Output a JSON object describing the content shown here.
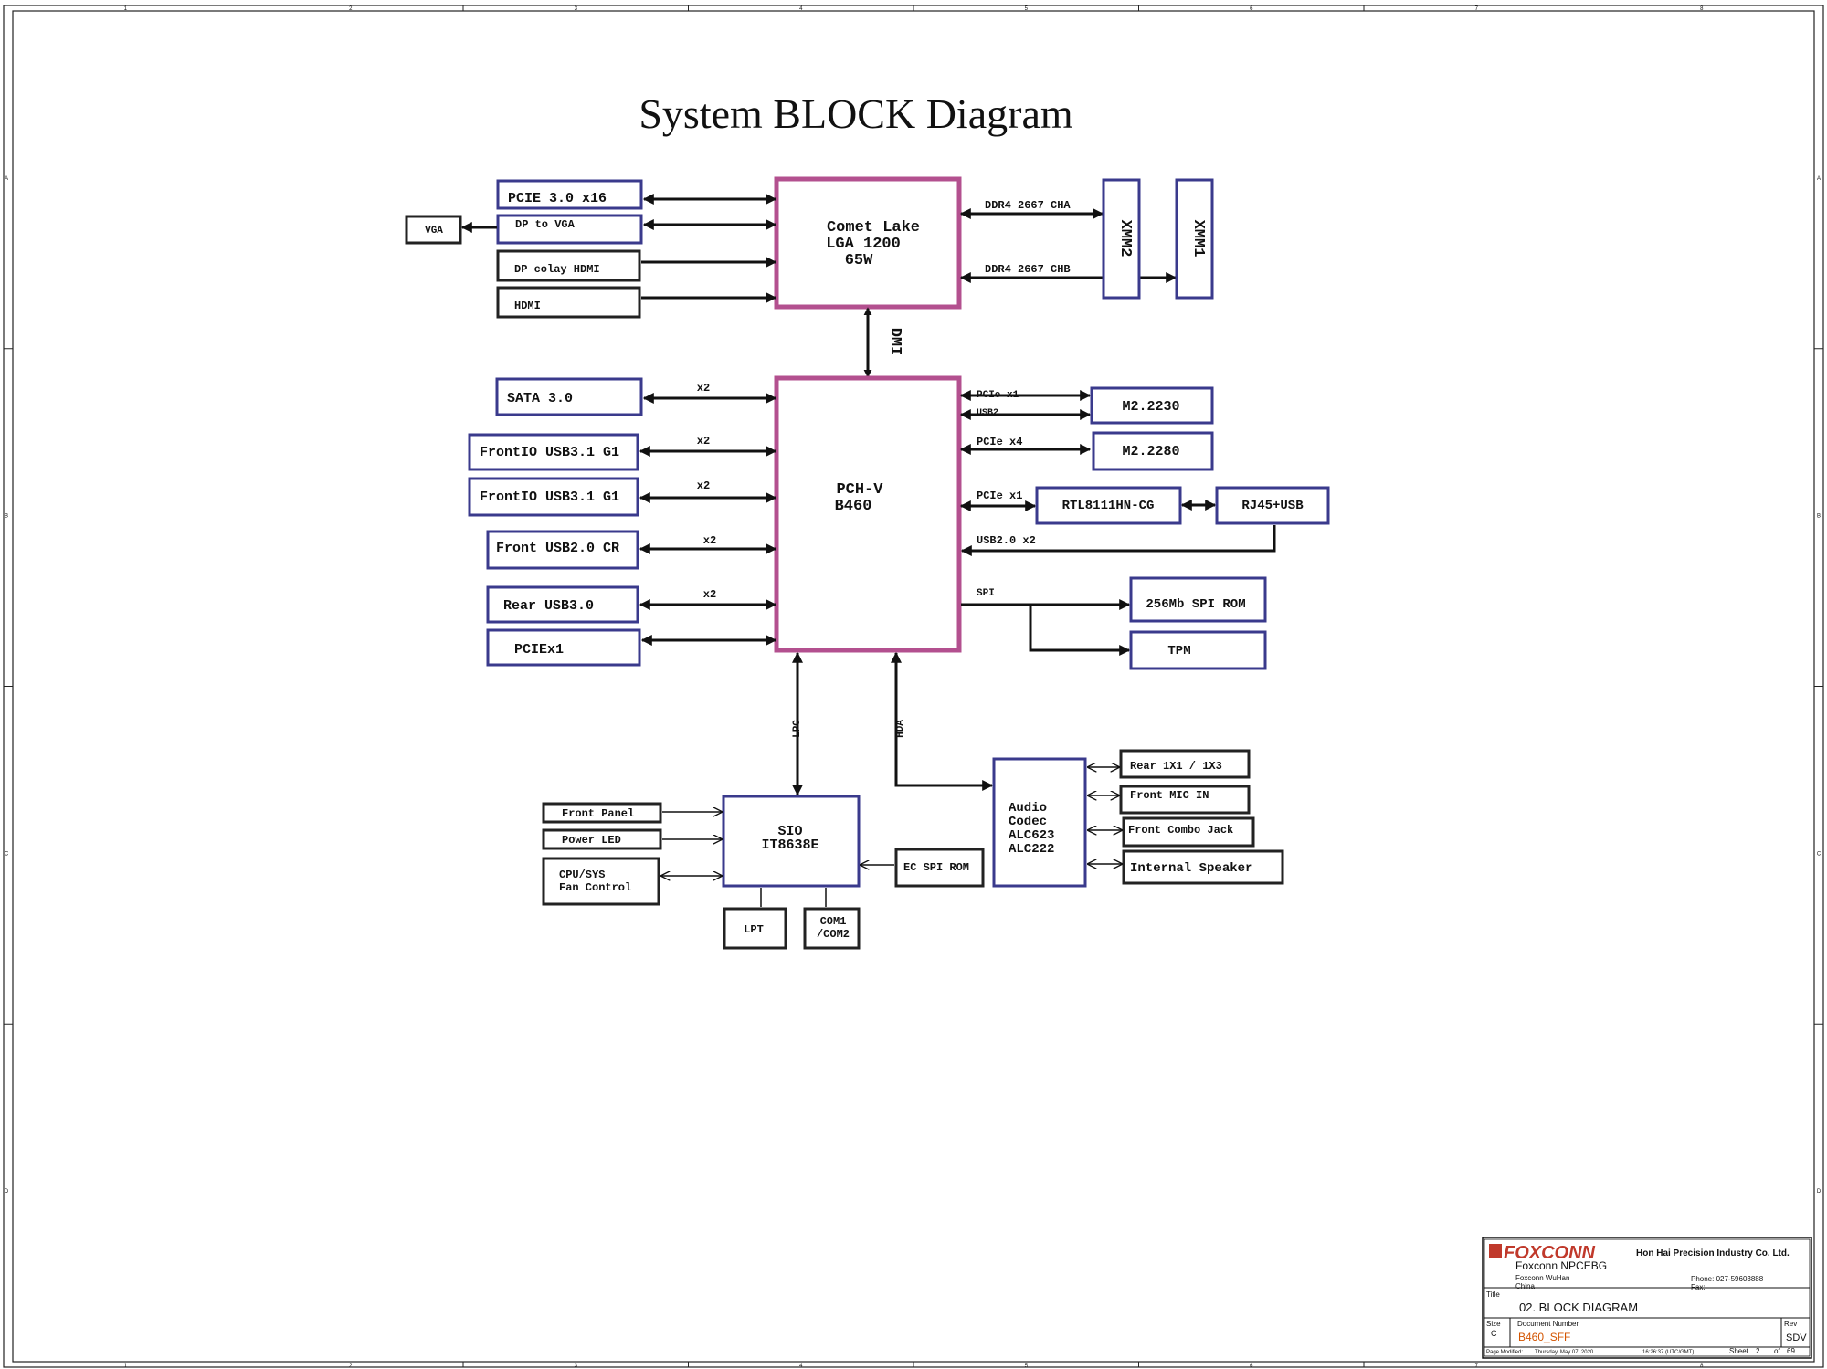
{
  "title": "System BLOCK Diagram",
  "cpu": {
    "line1": "Comet Lake",
    "line2": "LGA 1200",
    "line3": "65W"
  },
  "pch": {
    "line1": "PCH-V",
    "line2": "B460"
  },
  "dmi": "DMI",
  "memory": {
    "cha": "DDR4 2667 CHA",
    "chb": "DDR4 2667 CHB",
    "dimm2": "XMM2",
    "dimm1": "XMM1"
  },
  "cpu_left": {
    "pcie": "PCIE 3.0 x16",
    "dp_vga": "DP to VGA",
    "vga": "VGA",
    "dp_hdmi": "DP colay  HDMI",
    "hdmi": "HDMI"
  },
  "pch_left": {
    "sata": "SATA 3.0",
    "front_usb31_a": "FrontIO USB3.1 G1",
    "front_usb31_b": "FrontIO USB3.1 G1",
    "front_usb20": "Front USB2.0 CR",
    "rear_usb30": "Rear USB3.0",
    "pciex1": "PCIEx1",
    "x2": "x2"
  },
  "pch_right": {
    "pcie_x1_label": "PCIe x1",
    "usb2_label": "USB2",
    "m2_2230": "M2.2230",
    "pcie_x4_label": "PCIe x4",
    "m2_2280": "M2.2280",
    "pcie_x1_lan_label": "PCIe x1",
    "lan": "RTL8111HN-CG",
    "rj45": "RJ45+USB",
    "usb20x2_label": "USB2.0 x2",
    "spi_label": "SPI",
    "spi_rom": "256Mb SPI ROM",
    "tpm": "TPM"
  },
  "bus": {
    "lpc": "LPC",
    "hda": "HDA"
  },
  "sio": {
    "line1": "SIO",
    "line2": "IT8638E",
    "front_panel": "Front Panel",
    "power_led": "Power LED",
    "fan1": "CPU/SYS",
    "fan2": "Fan Control",
    "ec_rom": "EC SPI ROM",
    "lpt": "LPT",
    "com1": "COM1",
    "com2": "/COM2"
  },
  "audio": {
    "line1": "Audio",
    "line2": "Codec",
    "line3": "ALC623",
    "line4": "ALC222",
    "rear": "Rear 1X1 / 1X3",
    "mic": "Front MIC IN",
    "combo": "Front Combo Jack",
    "speaker": "Internal Speaker"
  },
  "frame": {
    "cols": [
      "1",
      "2",
      "3",
      "4",
      "5",
      "6",
      "7",
      "8"
    ],
    "rows": [
      "A",
      "B",
      "C",
      "D"
    ]
  },
  "titleblock": {
    "logo": "FOXCONN",
    "company": "Hon Hai Precision Industry Co. Ltd.",
    "division": "Foxconn NPCEBG",
    "site": "Foxconn WuHan",
    "country": "China",
    "phone": "Phone:  027-59603888",
    "fax": "Fax:",
    "title_label": "Title",
    "title_value": "02. BLOCK DIAGRAM",
    "size_label": "Size",
    "size_value": "C",
    "docnum_label": "Document Number",
    "docnum_value": "B460_SFF",
    "rev_label": "Rev",
    "rev_value": "SDV",
    "modified_label": "Page Modified:",
    "modified_date": "Thursday, May 07, 2020",
    "modified_time": "16:26:37",
    "tz": "(UTC/GMT)",
    "sheet": "Sheet",
    "sheet_no": "2",
    "of": "of",
    "total": "69"
  }
}
